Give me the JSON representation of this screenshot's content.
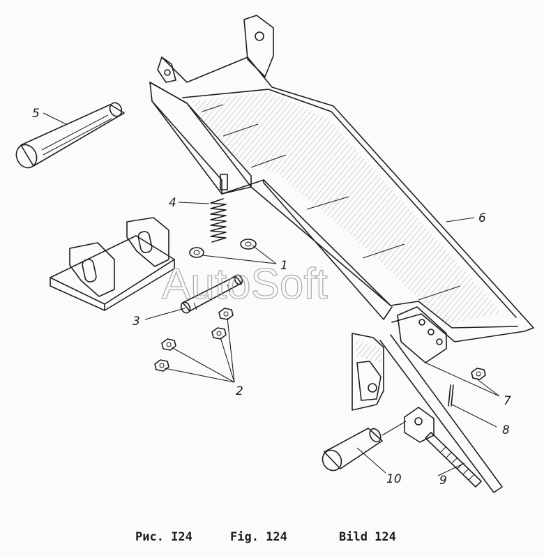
{
  "labels": {
    "p1": "1",
    "p2": "2",
    "p3": "3",
    "p4": "4",
    "p5": "5",
    "p6": "6",
    "p7": "7",
    "p8": "8",
    "p9": "9",
    "p10": "10"
  },
  "watermark": "AutoSoft",
  "caption": {
    "ru": "Рис. I24",
    "en": "Fig. 124",
    "de": "Bild 124"
  }
}
